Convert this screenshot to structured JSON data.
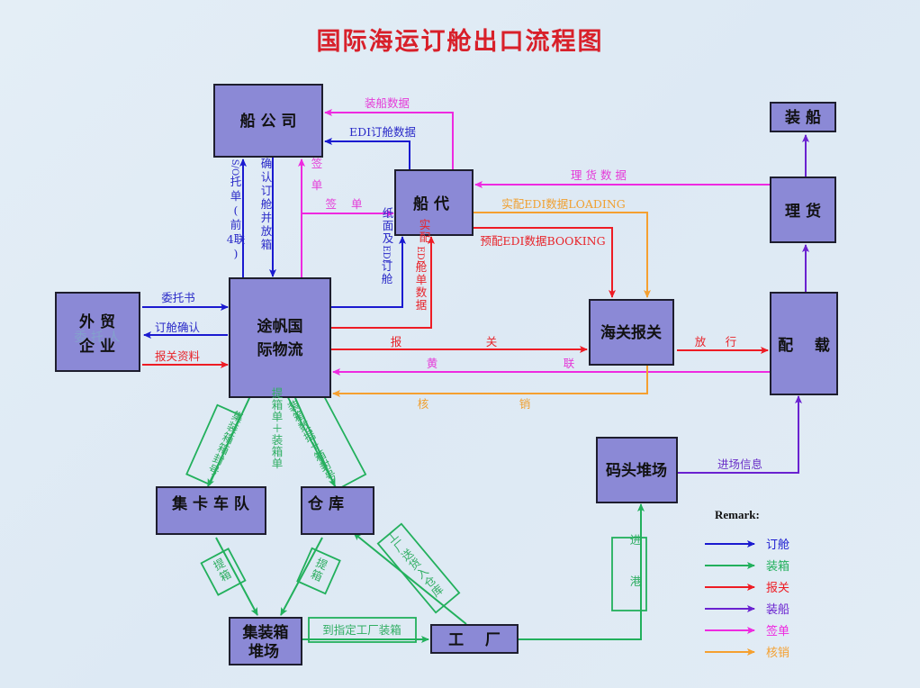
{
  "title": "国际海运订舱出口流程图",
  "colors": {
    "booking": "#1a1ad0",
    "packing": "#22b05c",
    "customs": "#ee1c24",
    "loading": "#6a22d0",
    "signing": "#ee2ae0",
    "verification": "#f5a030",
    "box_fill": "#8b89d6",
    "title": "#d8202a"
  },
  "nodes": {
    "shipping_company": "船 公 司",
    "ship_agent": "船 代",
    "forwarder_line1": "途帆国",
    "forwarder_line2": "际物流",
    "trader_line1": "外 贸",
    "trader_line2": "企 业",
    "trader_watermark": "委 托 人",
    "customs": "海关报关",
    "tally": "理 货",
    "stowage": "配    载",
    "loading": "装 船",
    "trucking": "集 卡 车 队",
    "warehouse": "仓 库",
    "container_yard_line1": "集装箱",
    "container_yard_line2": "堆场",
    "factory": "工    厂",
    "terminal_yard": "码头堆场"
  },
  "edges": {
    "loading_data": "装船数据",
    "edi_booking_data": "EDI订舱数据",
    "tally_data": "理 货 数 据",
    "actual_edi_loading": "实配EDI数据LOADING",
    "pre_edi_booking": "预配EDI数据BOOKING",
    "sign_bill_h": "签    单",
    "sign_bill_v": [
      "签",
      "单"
    ],
    "so_booking_note": [
      "S/O",
      "托",
      "单",
      "(",
      "前",
      "4联",
      ")"
    ],
    "confirm_booking": [
      "确",
      "认",
      "订",
      "舱",
      "并",
      "放",
      "箱"
    ],
    "paper_and": [
      "纸",
      "面",
      "及"
    ],
    "edi_booking": [
      "EDI",
      "订",
      "舱"
    ],
    "actual_alloc": [
      "实",
      "配"
    ],
    "edi_manifest": [
      "EDI",
      "舱",
      "单",
      "数",
      "据"
    ],
    "entrust": "委托书",
    "booking_confirm": "订舱确认",
    "customs_docs": "报关资料",
    "declare": [
      "报",
      "关"
    ],
    "yellow_copy": [
      "黄",
      "联"
    ],
    "verify": [
      "核",
      "销"
    ],
    "release": [
      "放",
      "行"
    ],
    "container_seal": [
      "集",
      "装",
      "箱",
      "箱",
      "封",
      "号"
    ],
    "pickup_and_packing": [
      "提",
      "箱",
      "单",
      "＋",
      "装",
      "箱",
      "单"
    ],
    "packing_data_seal": [
      "装",
      "箱",
      "数",
      "据",
      "＋",
      "箱",
      "封",
      "号"
    ],
    "pickup_1": [
      "提",
      "箱"
    ],
    "pickup_2": [
      "提",
      "箱"
    ],
    "factory_delivery": [
      "工",
      "厂",
      "送",
      "货",
      "入",
      "仓",
      "库"
    ],
    "to_factory_packing": "到指定工厂装箱",
    "enter_port": [
      "进",
      "港"
    ],
    "gate_in_info": "进场信息"
  },
  "legend": {
    "title": "Remark:",
    "items": [
      {
        "label": "订舱",
        "color": "#1a1ad0"
      },
      {
        "label": "装箱",
        "color": "#22b05c"
      },
      {
        "label": "报关",
        "color": "#ee1c24"
      },
      {
        "label": "装船",
        "color": "#6a22d0"
      },
      {
        "label": "签单",
        "color": "#ee2ae0"
      },
      {
        "label": "核销",
        "color": "#f5a030"
      }
    ]
  }
}
